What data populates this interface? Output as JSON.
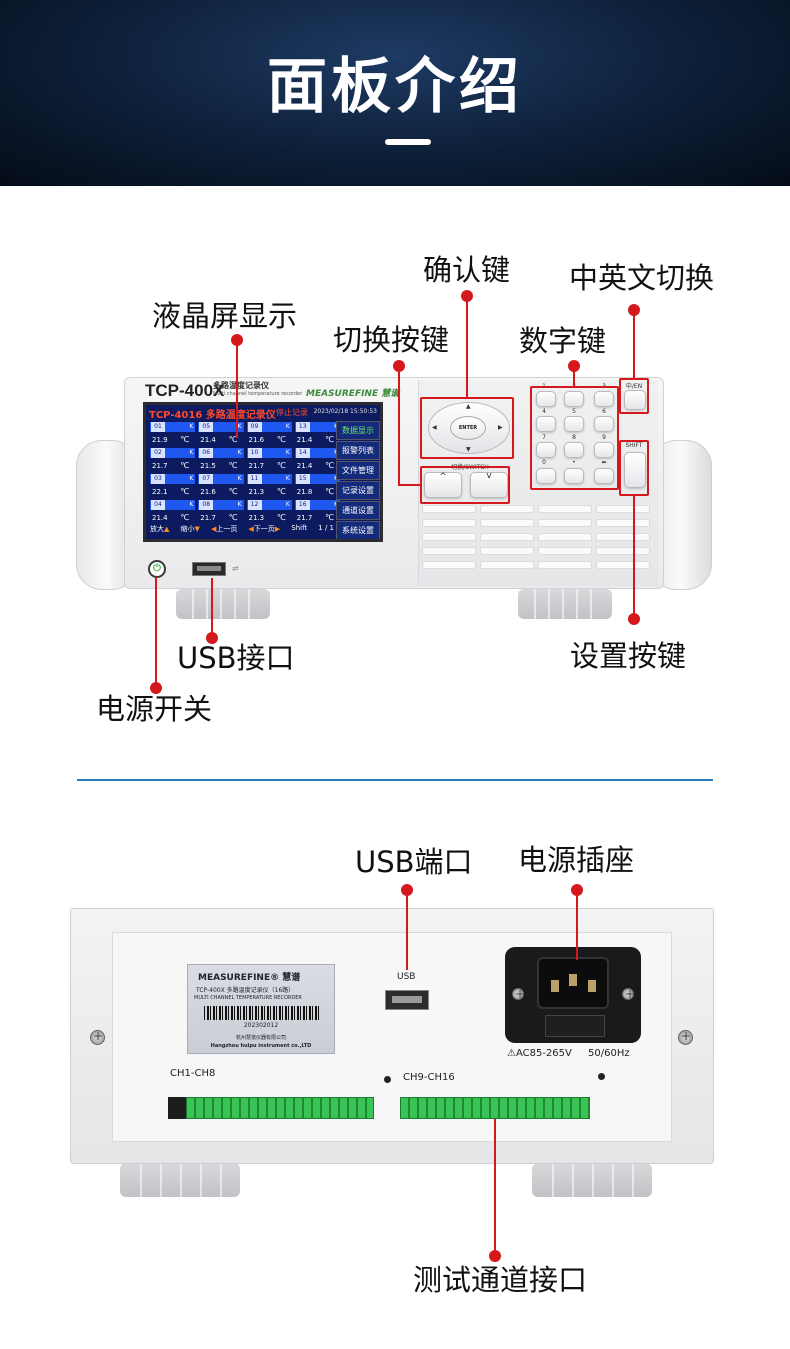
{
  "header": {
    "title": "面板介绍"
  },
  "front": {
    "model": "TCP-400X",
    "subtitle_cn": "多路温度记录仪",
    "subtitle_en": "Multi channel temperature recorder",
    "brand": "MEASUREFINE 慧谱",
    "lcd": {
      "title": "TCP-4016 多路温度记录仪",
      "status": "停止记录",
      "time": "2023/02/18 15:50:53",
      "channels": [
        [
          "01",
          "05",
          "09",
          "13"
        ],
        [
          "02",
          "06",
          "10",
          "14"
        ],
        [
          "03",
          "07",
          "11",
          "15"
        ],
        [
          "04",
          "08",
          "12",
          "16"
        ]
      ],
      "values": [
        [
          "21.9",
          "21.4",
          "21.6",
          "21.4"
        ],
        [
          "21.7",
          "21.5",
          "21.7",
          "21.4"
        ],
        [
          "22.1",
          "21.6",
          "21.3",
          "21.8"
        ],
        [
          "21.4",
          "21.7",
          "21.3",
          "21.7"
        ]
      ],
      "unit": "℃",
      "type_mark": "K",
      "menu": [
        "数据显示",
        "报警列表",
        "文件管理",
        "记录设置",
        "通道设置",
        "系统设置"
      ],
      "bottom": {
        "zoom_in": "放大",
        "zoom_out": "缩小",
        "prev": "上一页",
        "next": "下一页",
        "shift": "Shift",
        "page": "1 / 1"
      }
    },
    "keys": {
      "enter": "ENTER",
      "switch": "切换/SWITCH",
      "up": "^",
      "down": "v",
      "cn_en": "中/EN",
      "shift": "SHIFT",
      "digits": [
        "1",
        "2",
        "3",
        "4",
        "5",
        "6",
        "7",
        "8",
        "9",
        "0",
        "•",
        "⬅"
      ]
    },
    "callouts": {
      "lcd": "液晶屏显示",
      "switch_keys": "切换按键",
      "confirm_key": "确认键",
      "number_keys": "数字键",
      "cn_en_switch": "中英文切换",
      "usb": "USB接口",
      "power": "电源开关",
      "settings_key": "设置按键"
    }
  },
  "rear": {
    "nameplate": {
      "brand": "MEASUREFINE® 慧谱",
      "model": "TCP-400X 多路温度记录仪（16路）",
      "model_en": "MULTI CHANNEL TEMPERATURE RECORDER",
      "serial": "202302012",
      "company": "杭州慧谱仪器有限公司",
      "company_en": "Hangzhou huipu instrument co.,LTD"
    },
    "usb_label": "USB",
    "power_spec": "AC85-265V",
    "freq_spec": "50/60Hz",
    "ch_group_1": "CH1-CH8",
    "ch_group_2": "CH9-CH16",
    "callouts": {
      "usb_port": "USB端口",
      "power_socket": "电源插座",
      "test_channel": "测试通道接口"
    }
  },
  "colors": {
    "accent_red": "#d4181c",
    "divider_blue": "#2a7ac0",
    "banner_dark": "#0d1f38"
  }
}
